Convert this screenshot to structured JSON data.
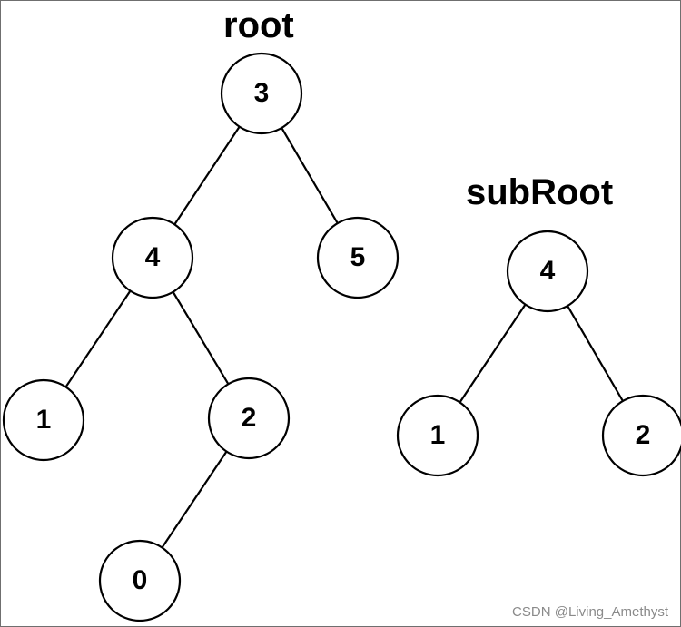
{
  "trees": [
    {
      "id": "root",
      "title": "root",
      "nodes": [
        {
          "id": "r3",
          "label": "3"
        },
        {
          "id": "r4",
          "label": "4"
        },
        {
          "id": "r5",
          "label": "5"
        },
        {
          "id": "r1",
          "label": "1"
        },
        {
          "id": "r2",
          "label": "2"
        },
        {
          "id": "r0",
          "label": "0"
        }
      ],
      "edges": [
        [
          "r3",
          "r4"
        ],
        [
          "r3",
          "r5"
        ],
        [
          "r4",
          "r1"
        ],
        [
          "r4",
          "r2"
        ],
        [
          "r2",
          "r0"
        ]
      ]
    },
    {
      "id": "subRoot",
      "title": "subRoot",
      "nodes": [
        {
          "id": "s4",
          "label": "4"
        },
        {
          "id": "s1",
          "label": "1"
        },
        {
          "id": "s2",
          "label": "2"
        }
      ],
      "edges": [
        [
          "s4",
          "s1"
        ],
        [
          "s4",
          "s2"
        ]
      ]
    }
  ],
  "watermark": "CSDN @Living_Amethyst"
}
